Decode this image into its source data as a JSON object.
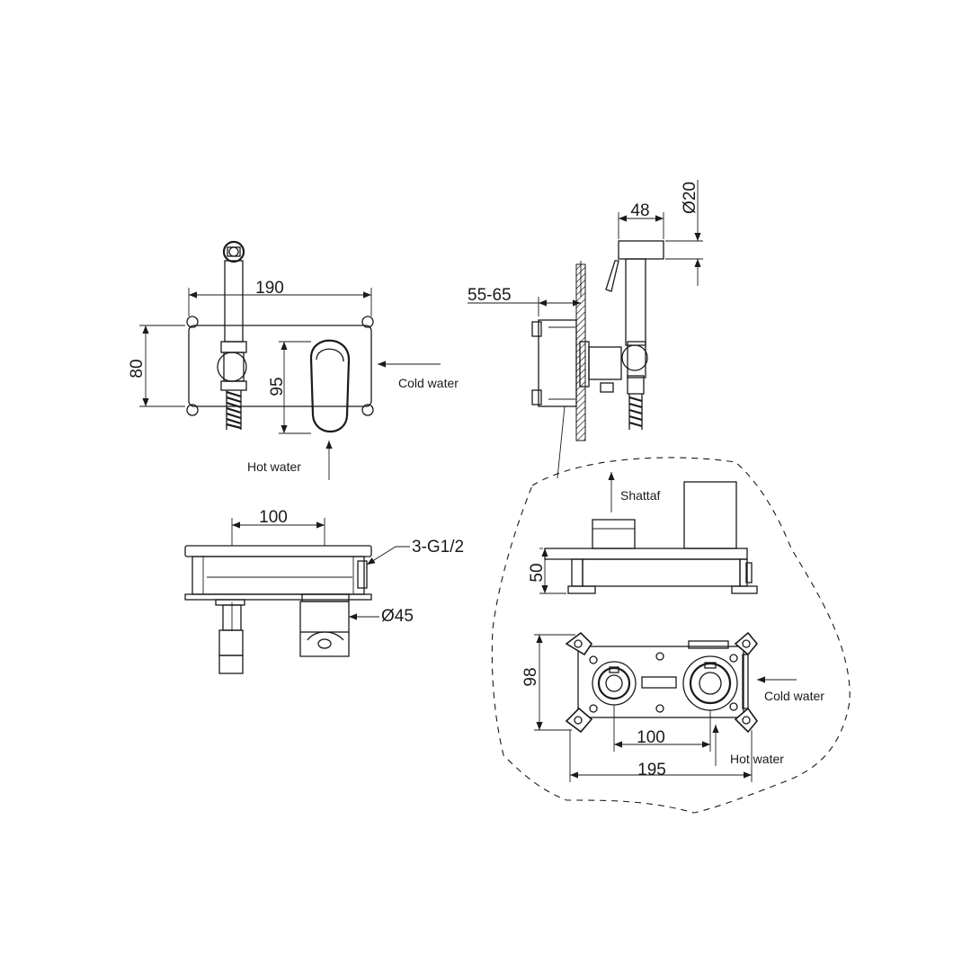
{
  "dimensions": {
    "front_width": "190",
    "front_height": "80",
    "front_handle_height": "95",
    "top_spacing": "100",
    "thread_spec": "3-G1/2",
    "handle_diameter": "Ø45",
    "side_wall_depth": "55-65",
    "spout_length": "48",
    "spout_diameter": "Ø20",
    "box_depth": "50",
    "box_height": "98",
    "box_spacing": "100",
    "box_width": "195"
  },
  "labels": {
    "cold_water": "Cold water",
    "hot_water": "Hot water",
    "shattaf": "Shattaf"
  },
  "colors": {
    "line": "#1a1a1a",
    "background": "#ffffff"
  }
}
